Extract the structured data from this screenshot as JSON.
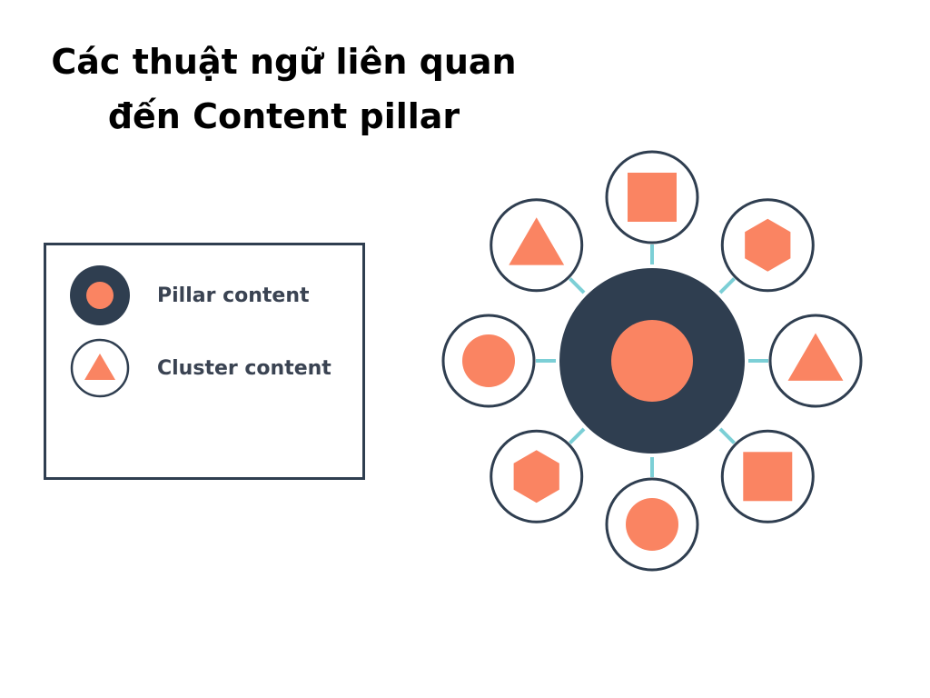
{
  "title": {
    "line1": "Các thuật ngữ liên quan",
    "line2": "đến Content pillar"
  },
  "legend": {
    "pillar_label": "Pillar content",
    "cluster_label": "Cluster content"
  },
  "colors": {
    "navy": "#2f3e50",
    "orange": "#fa8462",
    "connector": "#7ccfd6",
    "outline": "#2f3e50",
    "background": "#ffffff"
  },
  "diagram": {
    "center": {
      "shape": "circle"
    },
    "clusters": [
      {
        "shape": "square"
      },
      {
        "shape": "hexagon"
      },
      {
        "shape": "triangle"
      },
      {
        "shape": "square"
      },
      {
        "shape": "circle"
      },
      {
        "shape": "hexagon"
      },
      {
        "shape": "circle"
      },
      {
        "shape": "triangle"
      }
    ]
  }
}
